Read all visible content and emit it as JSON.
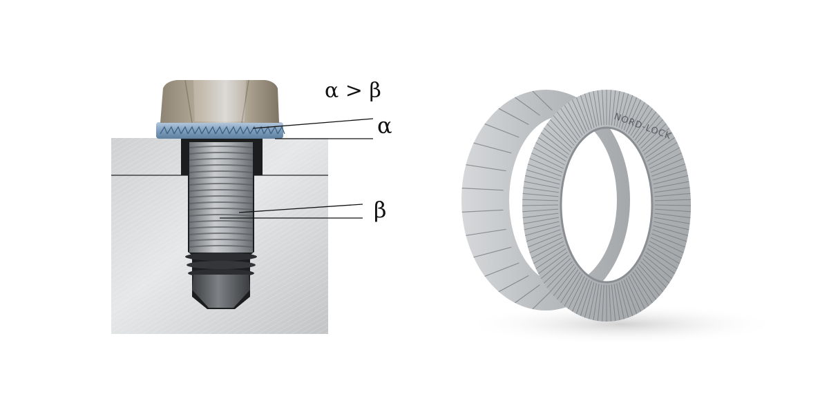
{
  "diagram": {
    "labels": {
      "comparison": "α > β",
      "alpha": "α",
      "beta": "β"
    },
    "washer_engraving": "NORD-LOCK",
    "colors": {
      "block_light": "#dadbdc",
      "block_dark": "#b9bbbd",
      "bolt_head": "#a49a8a",
      "washer_blue": "#8aa8c4",
      "thread_steel": "#9c9fa3",
      "washer_steel": "#c4c7ca"
    }
  }
}
